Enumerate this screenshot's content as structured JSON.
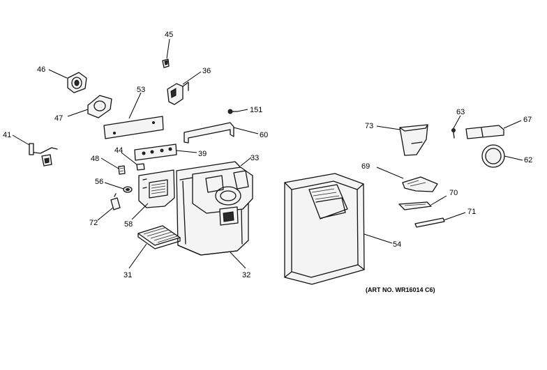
{
  "diagram": {
    "art_number_label": "(ART NO. WR16014 C6)",
    "callouts": [
      "45",
      "46",
      "36",
      "53",
      "47",
      "151",
      "41",
      "60",
      "44",
      "39",
      "48",
      "33",
      "56",
      "72",
      "58",
      "31",
      "32",
      "73",
      "63",
      "67",
      "62",
      "69",
      "70",
      "71",
      "54"
    ]
  }
}
